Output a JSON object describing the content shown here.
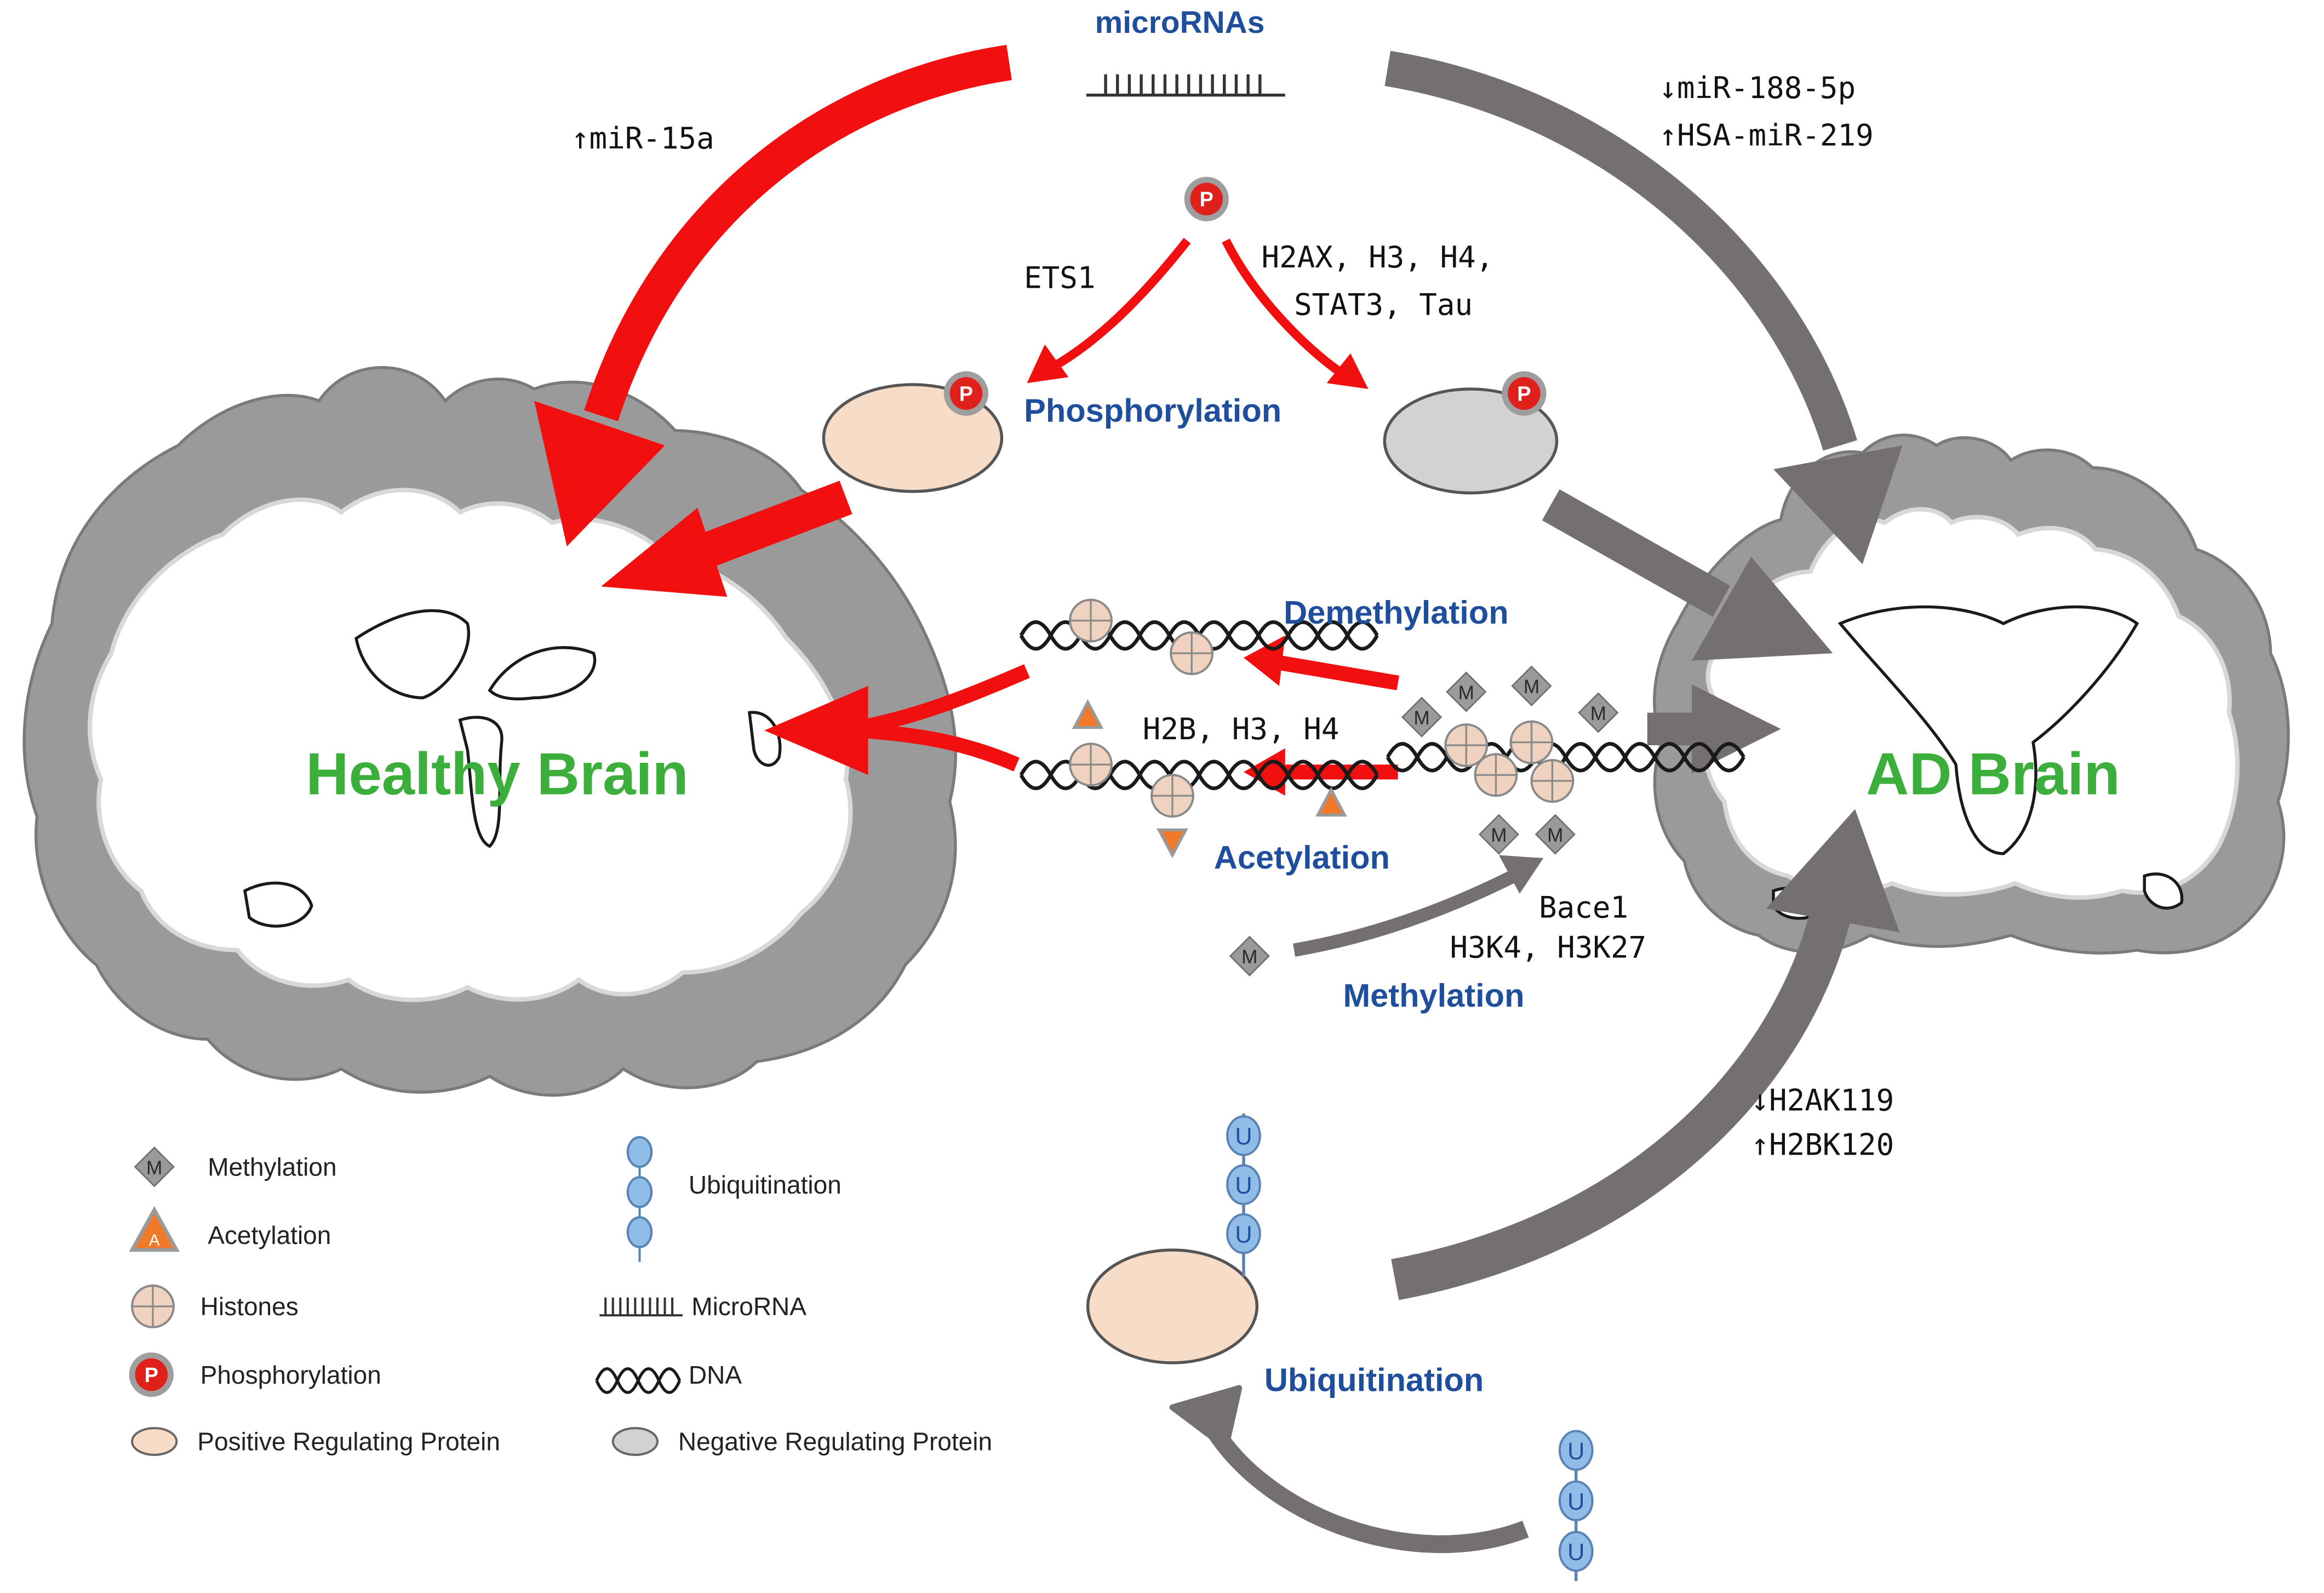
{
  "labels": {
    "microRNAs": "microRNAs",
    "mir15a": "↑miR-15a",
    "mir188": "↓miR-188-5p",
    "mir219": "↑HSA-miR-219",
    "ets1": "ETS1",
    "h2ax_line1": "H2AX, H3, H4,",
    "h2ax_line2": "STAT3, Tau",
    "phosphorylation": "Phosphorylation",
    "demethylation": "Demethylation",
    "acetylation": "Acetylation",
    "h2b": "H2B, H3, H4",
    "bace1_line1": "Bace1",
    "bace1_line2": "H3K4, H3K27",
    "methylation": "Methylation",
    "h2ak119": "↓H2AK119",
    "h2bk120": "↑H2BK120",
    "ubiquitination": "Ubiquitination",
    "healthy_brain": "Healthy Brain",
    "ad_brain": "AD Brain",
    "p": "P",
    "m": "M",
    "a": "A",
    "u": "U"
  },
  "legend": {
    "methylation": "Methylation",
    "acetylation": "Acetylation",
    "histones": "Histones",
    "phosphorylation": "Phosphorylation",
    "positive": "Positive Regulating Protein",
    "ubiquitination": "Ubiquitination",
    "microrna": "MicroRNA",
    "dna": "DNA",
    "negative": "Negative Regulating Protein"
  },
  "colors": {
    "red_arrow": "#f20f0f",
    "gray_arrow": "#757070",
    "positive_protein": "#f7dcc8",
    "negative_protein": "#d2d2d2",
    "label_blue": "#1f4e9c",
    "brain_green": "#3cae3c",
    "cortex_gray": "#9a9a9a",
    "ubiquitin_blue": "#8fbde8"
  }
}
